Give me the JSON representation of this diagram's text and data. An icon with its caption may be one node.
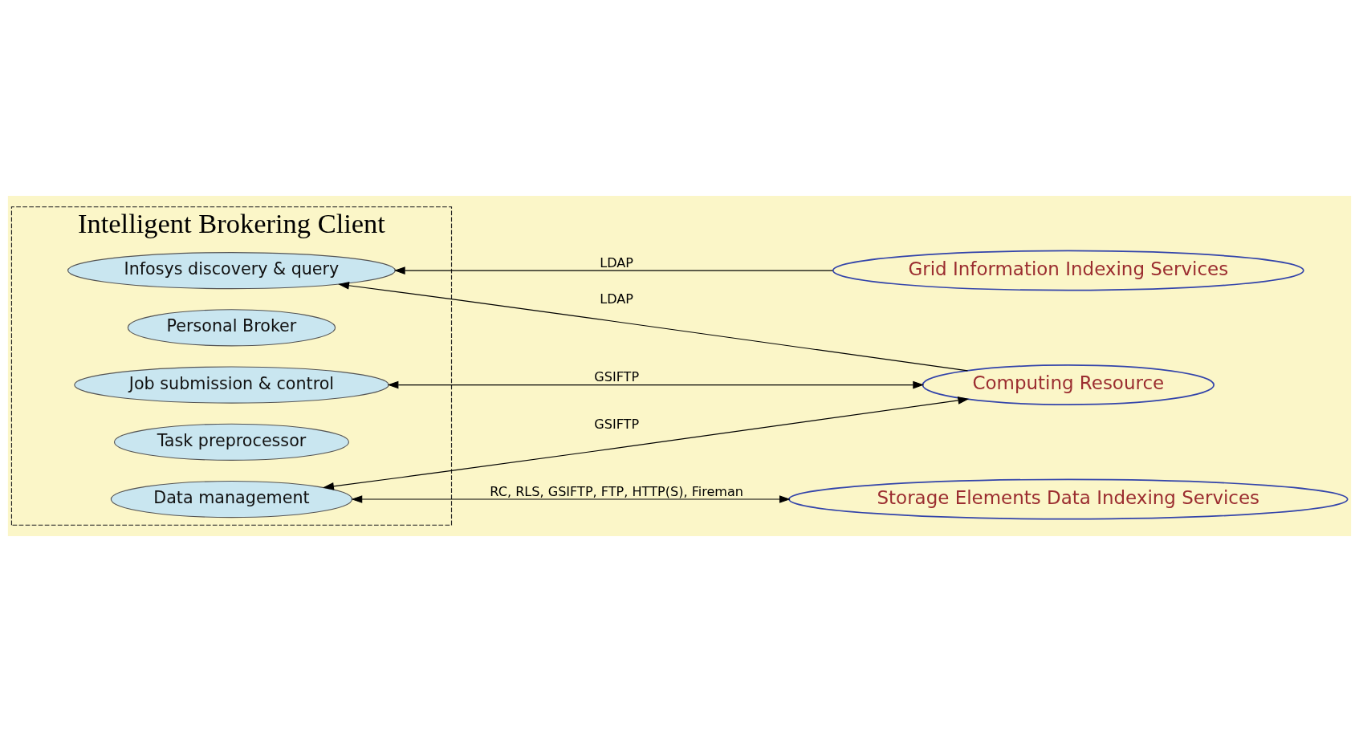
{
  "diagram": {
    "nodes": [
      {
        "text": [
          "Intelligent Brokering Client"
        ]
      },
      {
        "text": [
          "Infosys discovery & query"
        ],
        "in": 0
      },
      {
        "text": [
          "Personal Broker"
        ],
        "in": 0
      },
      {
        "text": [
          "Job submission & control"
        ],
        "in": 0
      },
      {
        "text": [
          "Task preprocessor"
        ],
        "in": 0
      },
      {
        "text": [
          "Data management"
        ],
        "in": 0
      },
      {
        "text": [
          "Grid Information Indexing Services"
        ]
      },
      {
        "text": [
          "Computing Resource"
        ]
      },
      {
        "text": [
          "Storage Elements Data Indexing Services"
        ]
      }
    ],
    "edges": [
      {
        "from": 6,
        "to": 1,
        "arrow": "to",
        "label": "LDAP"
      },
      {
        "from": 7,
        "to": 1,
        "arrow": "to",
        "label": "LDAP"
      },
      {
        "from": 3,
        "to": 7,
        "arrow": "both",
        "label": "GSIFTP"
      },
      {
        "from": 5,
        "to": 7,
        "arrow": "both",
        "label": "GSIFTP"
      },
      {
        "from": 5,
        "to": 8,
        "arrow": "both",
        "label": "RC, RLS, GSIFTP, FTP, HTTP(S), Fireman"
      }
    ]
  }
}
